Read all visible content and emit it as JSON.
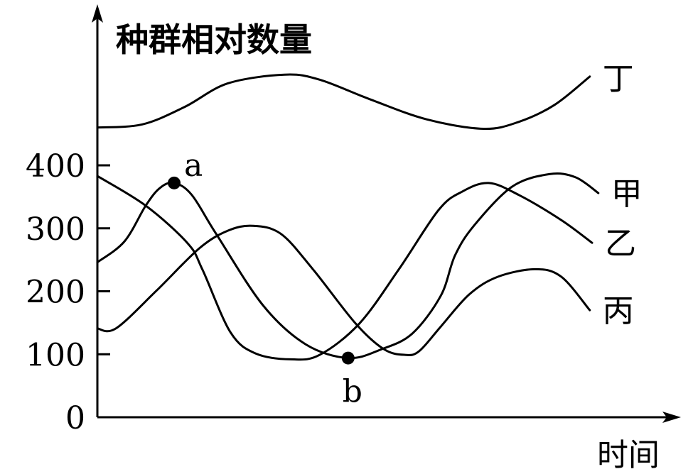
{
  "chart_data": {
    "type": "line",
    "title": "",
    "ylabel": "种群相对数量",
    "xlabel": "时间",
    "yticks": [
      0,
      100,
      200,
      300,
      400
    ],
    "ytick_labels": [
      "0",
      "100",
      "200",
      "300",
      "400"
    ],
    "ylim": [
      0,
      650
    ],
    "xlim": [
      0,
      102
    ],
    "grid": false,
    "legend": "series labels at right end of each line",
    "series": [
      {
        "name": "丁",
        "x": [
          0,
          7.9,
          15.4,
          22.9,
          32.9,
          39.1,
          47.9,
          57.9,
          67.9,
          74.1,
          80.4,
          86.6
        ],
        "y": [
          460,
          465,
          493,
          530,
          544,
          536,
          505,
          473,
          458,
          469,
          496,
          541
        ]
      },
      {
        "name": "甲",
        "x": [
          0,
          4.75,
          8.5,
          11,
          13.5,
          16.6,
          20.9,
          29.1,
          36.6,
          44.1,
          50,
          55.4,
          60.4,
          62.9,
          66.3,
          72.9,
          79.5,
          84.1,
          88.1
        ],
        "y": [
          246,
          279,
          336,
          364,
          372,
          353,
          291,
          178,
          116,
          94,
          108,
          133,
          193,
          257,
          305,
          366,
          386,
          381,
          356
        ]
      },
      {
        "name": "乙",
        "x": [
          0,
          8.5,
          15.9,
          18.5,
          23.4,
          27.9,
          34.1,
          39.1,
          46.1,
          53.1,
          60,
          64.1,
          68.8,
          74.1,
          81.6,
          87
        ],
        "y": [
          383,
          336,
          276,
          234,
          135,
          101,
          92,
          99,
          149,
          236,
          329,
          358,
          372,
          353,
          313,
          277
        ]
      },
      {
        "name": "丙",
        "x": [
          0,
          3.25,
          10.4,
          17.9,
          22.9,
          27.3,
          32.3,
          37.9,
          45.4,
          50.4,
          54.1,
          56.6,
          60.4,
          65.4,
          70.4,
          77,
          81.6,
          86.6
        ],
        "y": [
          141,
          141,
          201,
          268,
          296,
          304,
          291,
          235,
          149,
          108,
          99,
          105,
          144,
          195,
          223,
          235,
          223,
          170
        ]
      }
    ],
    "annotations": [
      {
        "label": "a",
        "x": 13.5,
        "y": 372
      },
      {
        "label": "b",
        "x": 44.1,
        "y": 94
      }
    ]
  }
}
